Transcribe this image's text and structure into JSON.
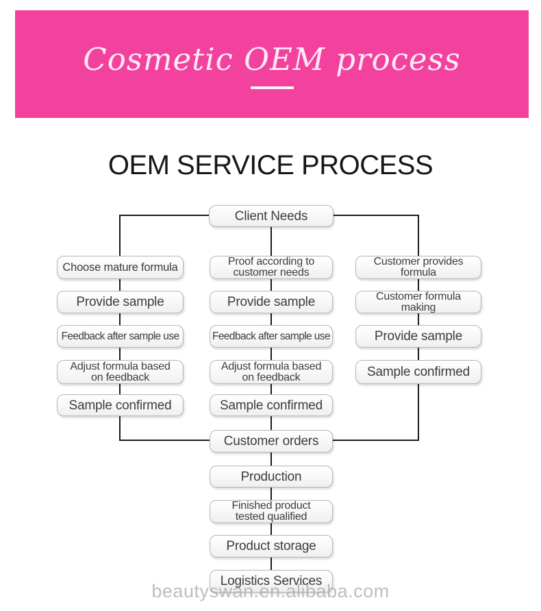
{
  "colors": {
    "banner_pink": "#F2429E",
    "banner_text": "#FFEAF6",
    "heading_text": "#161616",
    "line": "#1a1a1a",
    "node_text": "#3c3c3c",
    "node_border": "#b5b5b5",
    "watermark_gray": "#a6a6a6"
  },
  "banner": {
    "title": "Cosmetic OEM process"
  },
  "heading": {
    "title": "OEM SERVICE PROCESS"
  },
  "flowchart": {
    "nodes": {
      "client_needs": "Client Needs",
      "left_1": "Choose mature formula",
      "mid_1": "Proof according to\ncustomer needs",
      "right_1": "Customer provides\nformula",
      "left_2": "Provide sample",
      "mid_2": "Provide sample",
      "right_2": "Customer formula\nmaking",
      "left_3": "Feedback after sample use",
      "mid_3": "Feedback after sample use",
      "right_3": "Provide sample",
      "left_4": "Adjust formula based\non feedback",
      "mid_4": "Adjust formula based\non feedback",
      "right_4": "Sample confirmed",
      "left_5": "Sample confirmed",
      "mid_5": "Sample confirmed",
      "customer_orders": "Customer orders",
      "production": "Production",
      "finished_product": "Finished product\ntested qualified",
      "product_storage": "Product storage",
      "logistics": "Logistics Services"
    }
  },
  "watermark": {
    "text": "beautyswan.en.alibaba.com"
  }
}
